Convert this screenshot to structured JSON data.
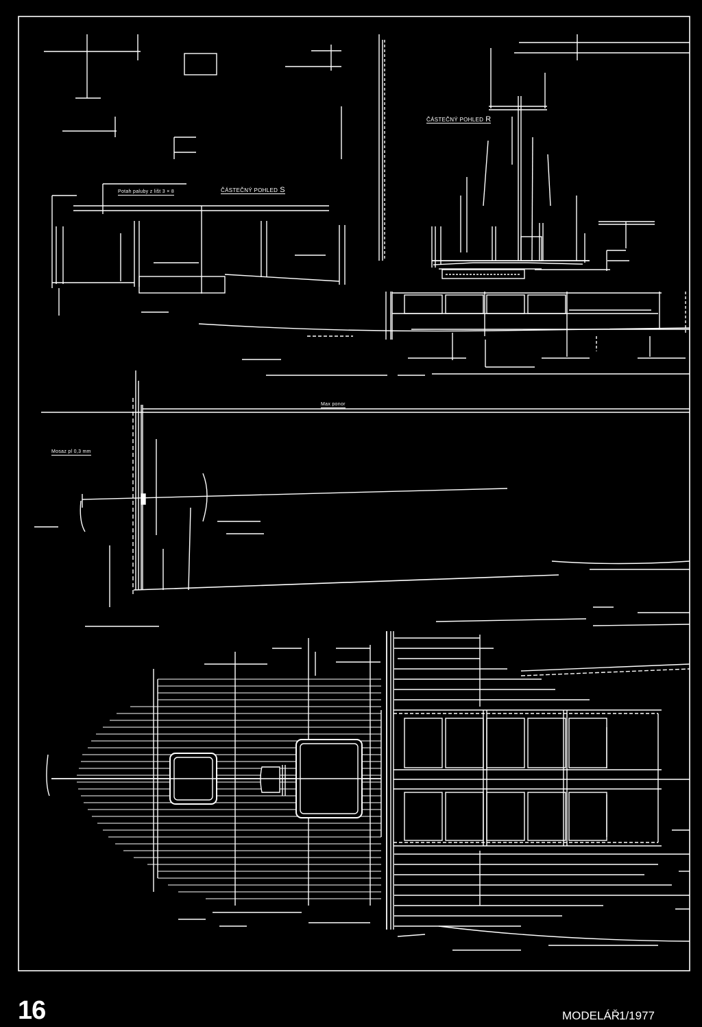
{
  "labels": {
    "view_r_main": "ČÁSTEČNÝ POHLED",
    "view_r_letter": "R",
    "deck_cover": "Potah paluby z lišt 3 × 8",
    "view_s_main": "ČÁSTEČNÝ POHLED",
    "view_s_letter": "S",
    "max_draft": "Max ponor",
    "brass_sheet": "Mosaz pl 0,3 mm"
  },
  "footer": {
    "page_number": "16",
    "magazine": "MODELÁŘ",
    "issue": "1/1977"
  }
}
